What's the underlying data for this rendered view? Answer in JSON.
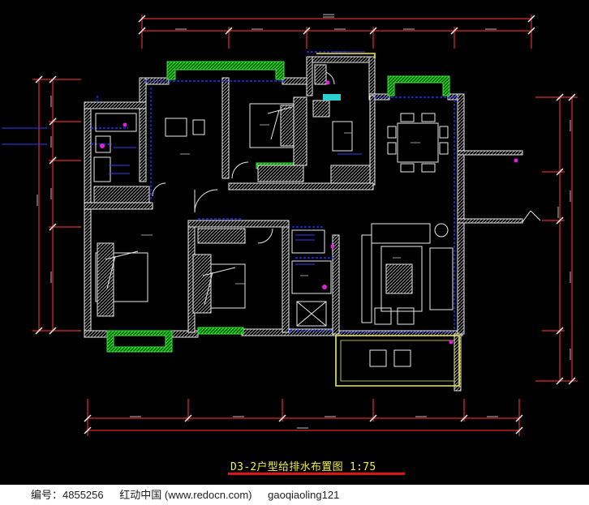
{
  "title": "D3-2户型给排水布置图 1:75",
  "footer": {
    "id_text": "编号：4855256",
    "site_text": "红动中国 (www.redocn.com)",
    "author_text": "gaoqiaoling121"
  },
  "colors": {
    "background": "#000000",
    "dimension_line": "#e02a2a",
    "wall": "#e8e8e8",
    "window": "#2ad02a",
    "pipe": "#2a2aff",
    "balcony": "#f2ee3a",
    "title": "#f2ee3a",
    "fixture_marker": "#e020e0"
  }
}
